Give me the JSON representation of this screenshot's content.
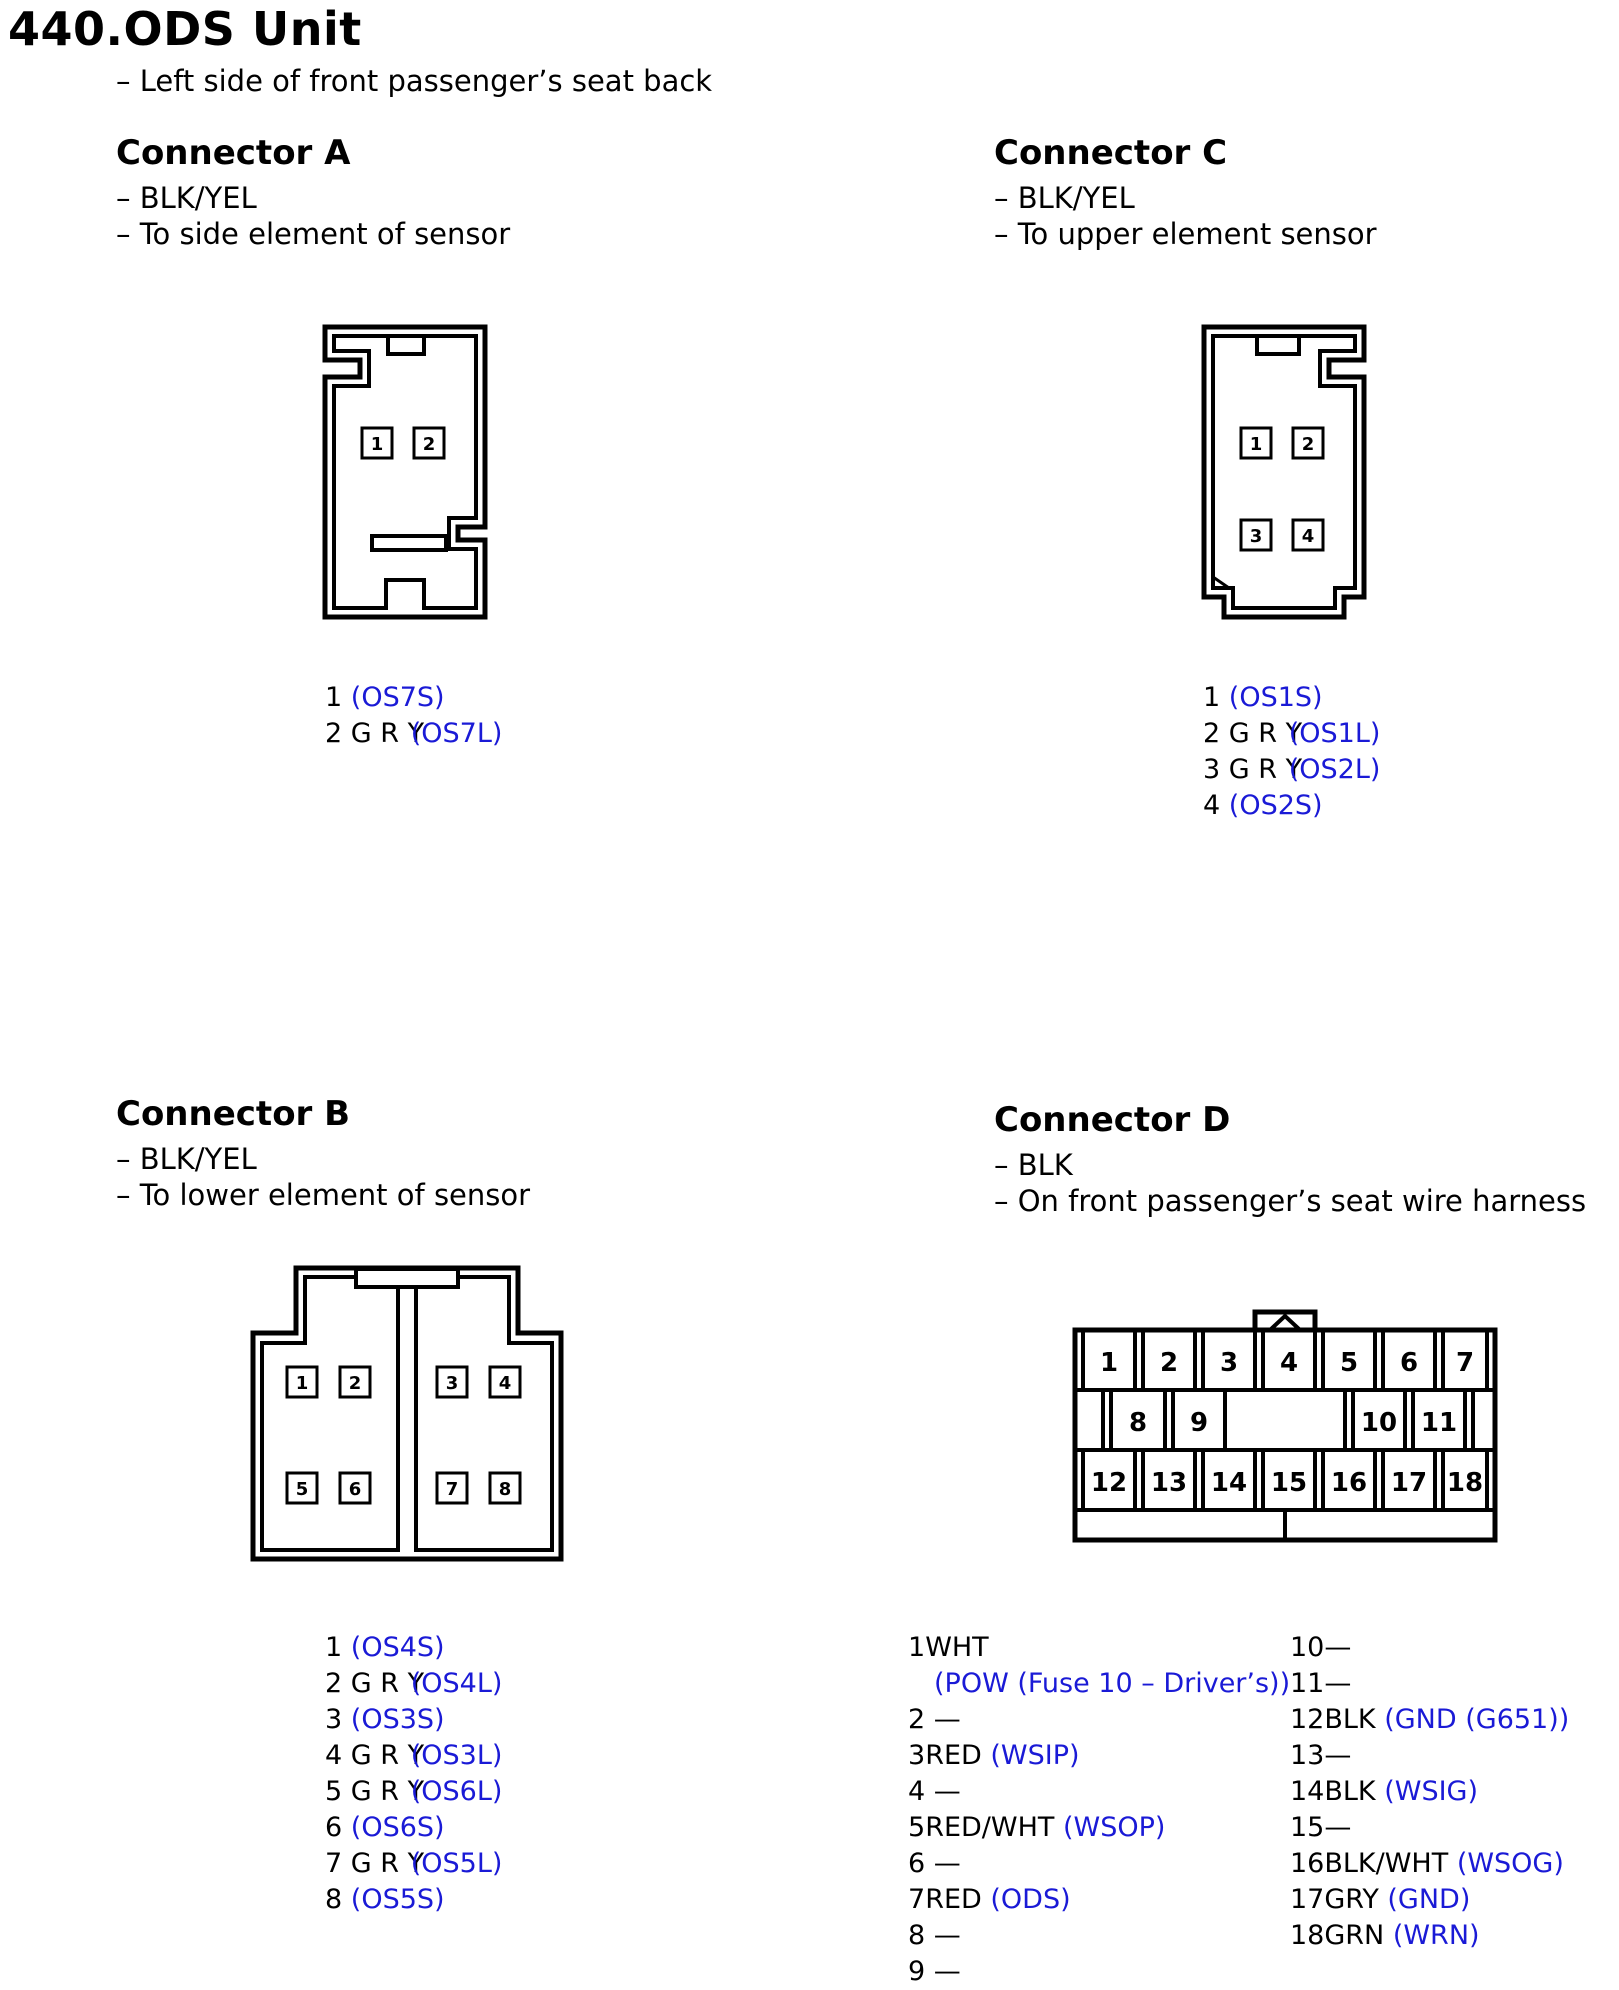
{
  "page": {
    "title": "440.ODS Unit",
    "location": "– Left side of front passenger’s seat back"
  },
  "connectors": {
    "A": {
      "heading": "Connector A",
      "color": "– BLK/YEL",
      "note": "– To side element of sensor",
      "cavities": [
        "1",
        "2"
      ],
      "pins": [
        {
          "num": "1",
          "wire": "",
          "signal": "(OS7S)"
        },
        {
          "num": "2",
          "wire": "G R Y",
          "signal": "(OS7L)"
        }
      ]
    },
    "C": {
      "heading": "Connector C",
      "color": "– BLK/YEL",
      "note": "– To upper element sensor",
      "cavities": [
        "1",
        "2",
        "3",
        "4"
      ],
      "pins": [
        {
          "num": "1",
          "wire": "",
          "signal": "(OS1S)"
        },
        {
          "num": "2",
          "wire": "G R Y",
          "signal": "(OS1L)"
        },
        {
          "num": "3",
          "wire": "G R Y",
          "signal": "(OS2L)"
        },
        {
          "num": "4",
          "wire": "",
          "signal": "(OS2S)"
        }
      ]
    },
    "B": {
      "heading": "Connector B",
      "color": "– BLK/YEL",
      "note": "– To lower element of sensor",
      "cavities": [
        "1",
        "2",
        "3",
        "4",
        "5",
        "6",
        "7",
        "8"
      ],
      "pins": [
        {
          "num": "1",
          "wire": "",
          "signal": "(OS4S)"
        },
        {
          "num": "2",
          "wire": "G R Y",
          "signal": "(OS4L)"
        },
        {
          "num": "3",
          "wire": "",
          "signal": "(OS3S)"
        },
        {
          "num": "4",
          "wire": "G R Y",
          "signal": "(OS3L)"
        },
        {
          "num": "5",
          "wire": "G R Y",
          "signal": "(OS6L)"
        },
        {
          "num": "6",
          "wire": "",
          "signal": "(OS6S)"
        },
        {
          "num": "7",
          "wire": "G R Y",
          "signal": "(OS5L)"
        },
        {
          "num": "8",
          "wire": "",
          "signal": "(OS5S)"
        }
      ]
    },
    "D": {
      "heading": "Connector D",
      "color": "– BLK",
      "note": "– On front passenger’s seat wire harness",
      "cavity_rows": [
        [
          "1",
          "2",
          "3",
          "4",
          "5",
          "6",
          "7"
        ],
        [
          "8",
          "9",
          "10",
          "11"
        ],
        [
          "12",
          "13",
          "14",
          "15",
          "16",
          "17",
          "18"
        ]
      ],
      "pins_left": [
        {
          "num": "1",
          "wire": "WHT",
          "signal": ""
        },
        {
          "num": "",
          "wire": "",
          "signal": "(POW (Fuse 10 – Driver’s))"
        },
        {
          "num": "2",
          "wire": " —",
          "signal": ""
        },
        {
          "num": "3",
          "wire": "RED ",
          "signal": "(WSIP)"
        },
        {
          "num": "4",
          "wire": " —",
          "signal": ""
        },
        {
          "num": "5",
          "wire": "RED/WHT ",
          "signal": "(WSOP)"
        },
        {
          "num": "6",
          "wire": " —",
          "signal": ""
        },
        {
          "num": "7",
          "wire": "RED ",
          "signal": "(ODS)"
        },
        {
          "num": "8",
          "wire": " —",
          "signal": ""
        },
        {
          "num": "9",
          "wire": " —",
          "signal": ""
        }
      ],
      "pins_right": [
        {
          "num": "10",
          "wire": "—",
          "signal": ""
        },
        {
          "num": "11",
          "wire": "—",
          "signal": ""
        },
        {
          "num": "12",
          "wire": "BLK ",
          "signal": "(GND (G651))"
        },
        {
          "num": "13",
          "wire": "—",
          "signal": ""
        },
        {
          "num": "14",
          "wire": "BLK ",
          "signal": "(WSIG)"
        },
        {
          "num": "15",
          "wire": "—",
          "signal": ""
        },
        {
          "num": "16",
          "wire": "BLK/WHT ",
          "signal": "(WSOG)"
        },
        {
          "num": "17",
          "wire": "GRY ",
          "signal": "(GND)"
        },
        {
          "num": "18",
          "wire": "GRN ",
          "signal": "(WRN)"
        }
      ]
    }
  },
  "colors": {
    "signal": "#1a1ad6",
    "line": "#000000"
  }
}
